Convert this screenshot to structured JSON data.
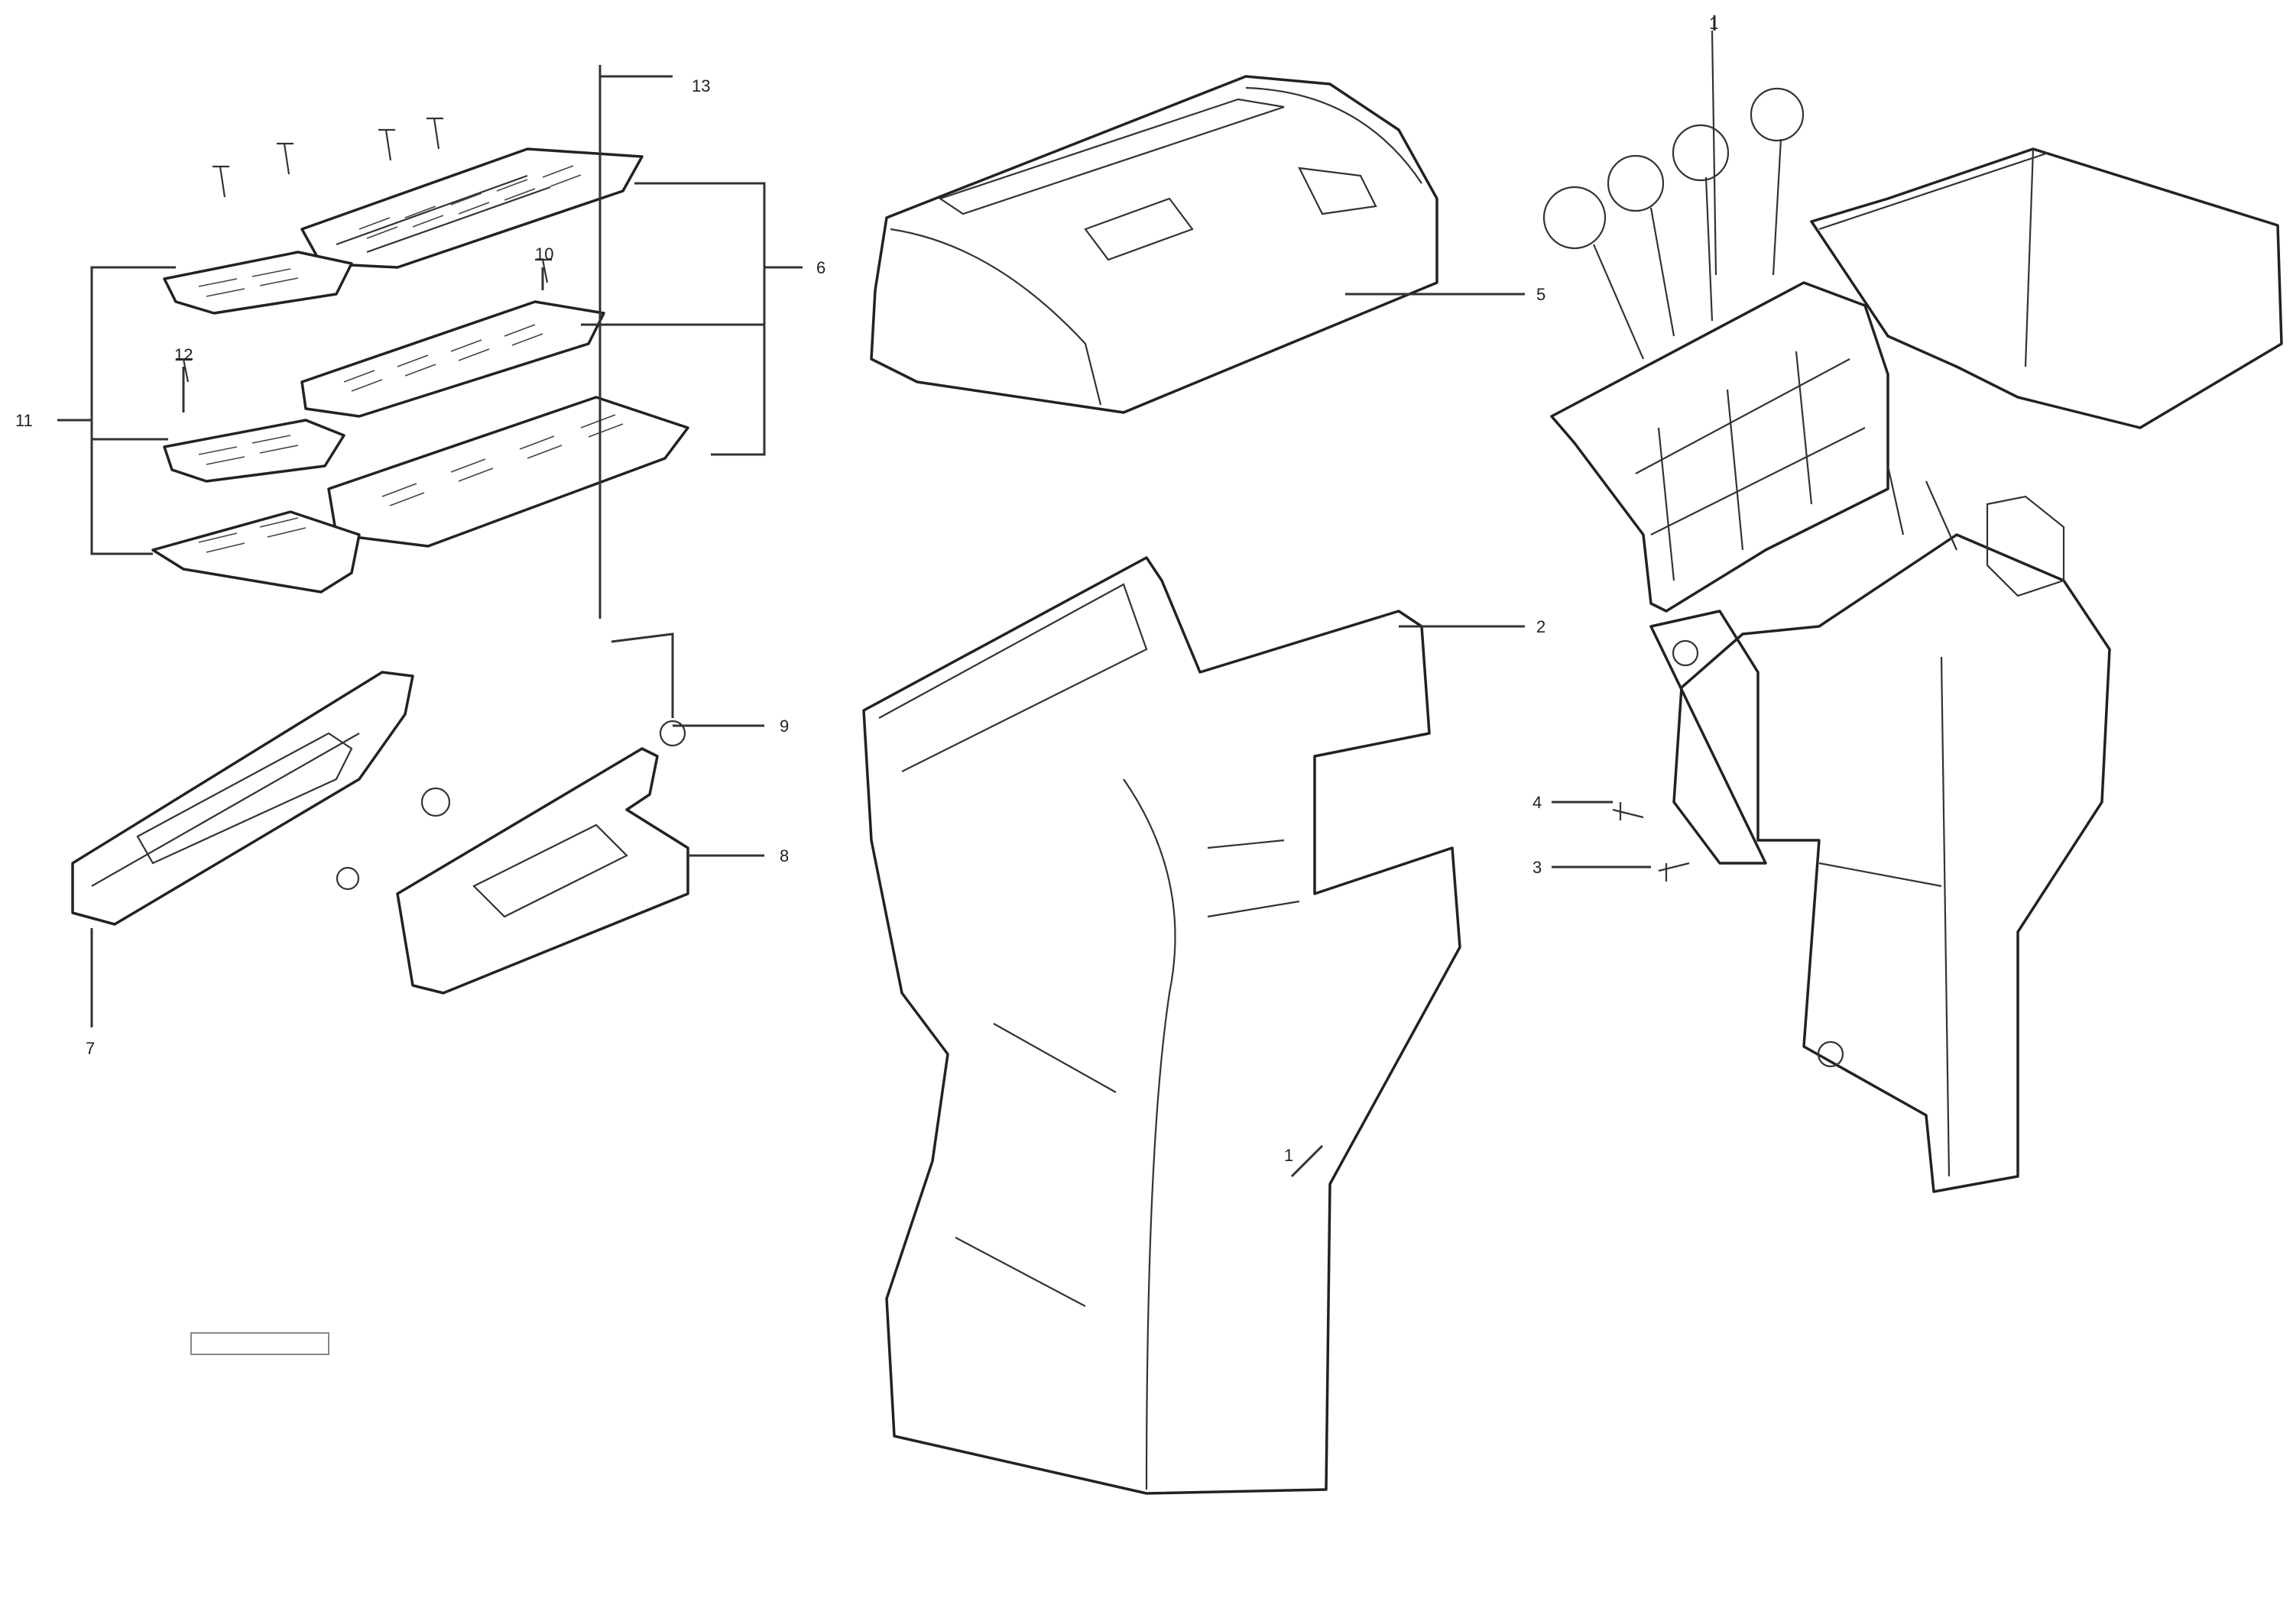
{
  "figure": {
    "callouts": {
      "c1": "1",
      "c2": "2",
      "c3": "3",
      "c4": "4",
      "c5": "5",
      "c6": "6",
      "c7": "7",
      "c8": "8",
      "c9": "9",
      "c10": "10",
      "c11": "11",
      "c12": "12",
      "c13": "13"
    },
    "reference_code": "",
    "reference_number": ""
  }
}
